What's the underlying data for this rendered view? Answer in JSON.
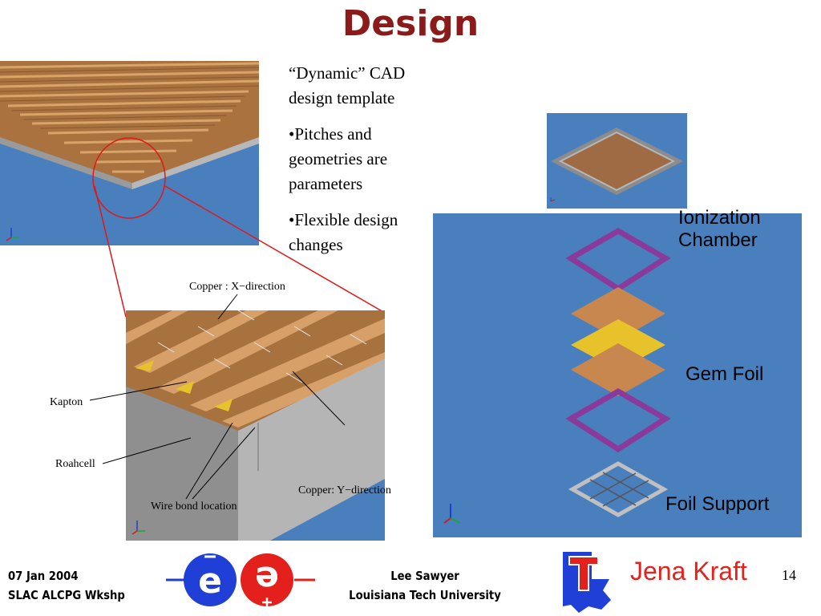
{
  "slide": {
    "title": "Design",
    "page_number": "14"
  },
  "bullets": [
    "“Dynamic” CAD design template",
    "•Pitches and geometries are parameters",
    "•Flexible design changes"
  ],
  "diagram_labels": {
    "copper_x": "Copper : X−direction",
    "kapton": "Kapton",
    "roahcell": "Roahcell",
    "wire_bond": "Wire bond location",
    "copper_y": "Copper: Y−direction"
  },
  "stack_labels": {
    "ionization": "Ionization Chamber",
    "gem_foil": "Gem Foil",
    "foil_support": "Foil Support"
  },
  "footer": {
    "date": "07 Jan 2004",
    "event": "SLAC ALCPG Wkshp",
    "presenter": "Lee Sawyer",
    "university": "Louisiana Tech University",
    "author": "Jena Kraft"
  },
  "colors": {
    "title": "#8b1a1a",
    "cad_background": "#4a7fbe",
    "copper": "#c8874e",
    "gem_yellow": "#e8c22a",
    "frame_purple": "#8a3a9a",
    "author_red": "#e8201c",
    "logo_blue": "#1f3fd6",
    "logo_red": "#e4201c"
  }
}
